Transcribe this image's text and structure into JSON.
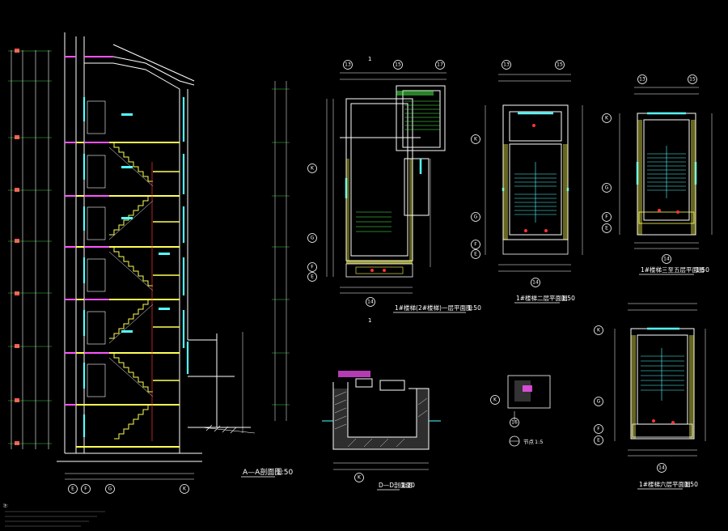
{
  "drawing": {
    "section_title": "A—A剖面图",
    "section_scale": "1:50",
    "plan1_title": "1#楼梯(2#楼梯)一层平面图",
    "plan1_scale": "1:50",
    "plan2_title": "1#楼梯二层平面图",
    "plan2_scale": "1:50",
    "plan3_title": "1#楼梯三至五层平面图",
    "plan3_scale": "1:50",
    "plan4_title": "1#楼梯六层平面图",
    "plan4_scale": "1:50",
    "detail_title": "D—D剖面图",
    "detail_scale": "1:20",
    "node_title": "节点",
    "node_scale": "1:5",
    "axes": {
      "section_bottom": [
        "E",
        "F",
        "G",
        "K"
      ],
      "plan1_top": [
        "13",
        "15",
        "17"
      ],
      "plan1_side": [
        "K",
        "G",
        "F",
        "E"
      ],
      "plan1_bottom": "14",
      "plan2_top": [
        "13",
        "15"
      ],
      "plan2_side": [
        "K",
        "G",
        "F",
        "E"
      ],
      "plan2_bottom": "14",
      "plan3_top": [
        "13",
        "15"
      ],
      "plan3_side": [
        "K",
        "G",
        "F",
        "E"
      ],
      "plan3_bottom": "14",
      "plan4_side": [
        "K",
        "G",
        "F",
        "E"
      ],
      "plan4_bottom": "14",
      "detail_bottom": "K",
      "node_side": "K",
      "node_bottom": "16"
    },
    "section_cut_mark": "1",
    "notes_heading": "注:"
  }
}
